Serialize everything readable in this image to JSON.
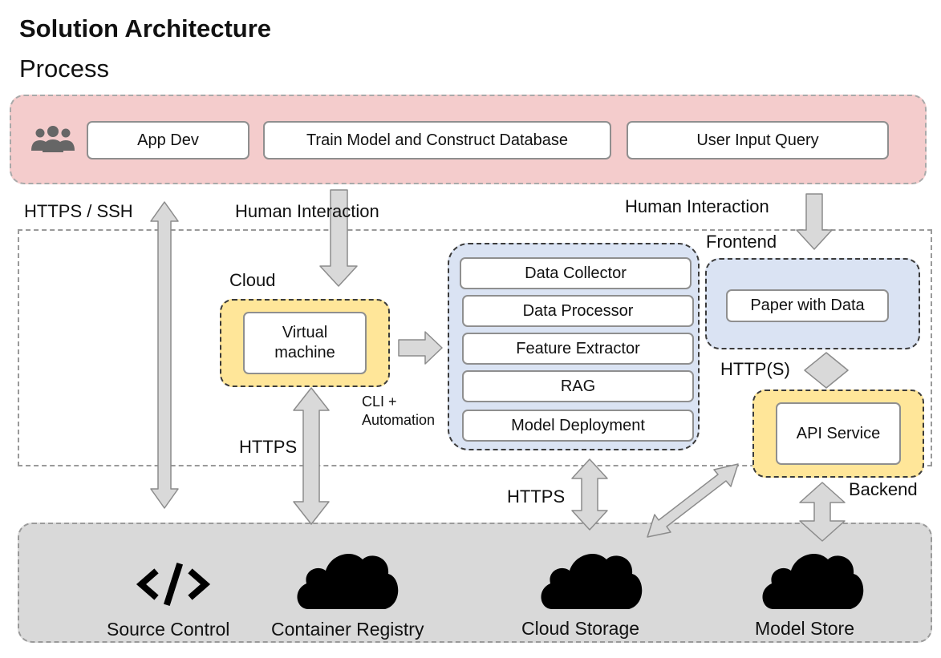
{
  "title": "Solution Architecture",
  "subtitle": "Process",
  "process": {
    "icon": "users-icon",
    "steps": [
      "App Dev",
      "Train Model and Construct Database",
      "User Input Query"
    ]
  },
  "labels": {
    "https_ssh": "HTTPS / SSH",
    "human_interaction_left": "Human Interaction",
    "human_interaction_right": "Human Interaction",
    "cloud": "Cloud",
    "frontend": "Frontend",
    "backend": "Backend",
    "cli_automation": "CLI + Automation",
    "https_vm": "HTTPS",
    "https_storage": "HTTPS",
    "http_s": "HTTP(S)"
  },
  "cloud_group": {
    "vm": "Virtual machine"
  },
  "pipeline": [
    "Data Collector",
    "Data Processor",
    "Feature Extractor",
    "RAG",
    "Model Deployment"
  ],
  "frontend_group": {
    "item": "Paper with Data"
  },
  "backend_group": {
    "item": "API Service"
  },
  "infrastructure": [
    {
      "label": "Source Control",
      "icon": "code-icon"
    },
    {
      "label": "Container Registry",
      "icon": "cloud-icon"
    },
    {
      "label": "Cloud Storage",
      "icon": "cloud-icon"
    },
    {
      "label": "Model Store",
      "icon": "cloud-icon"
    }
  ],
  "colors": {
    "process_band": "#f4cccc",
    "infra_band": "#d9d9d9",
    "cloud_backend": "#ffe699",
    "pipeline_frontend": "#dae3f3",
    "arrow_fill": "#d9d9d9",
    "arrow_stroke": "#8c8c8c"
  }
}
